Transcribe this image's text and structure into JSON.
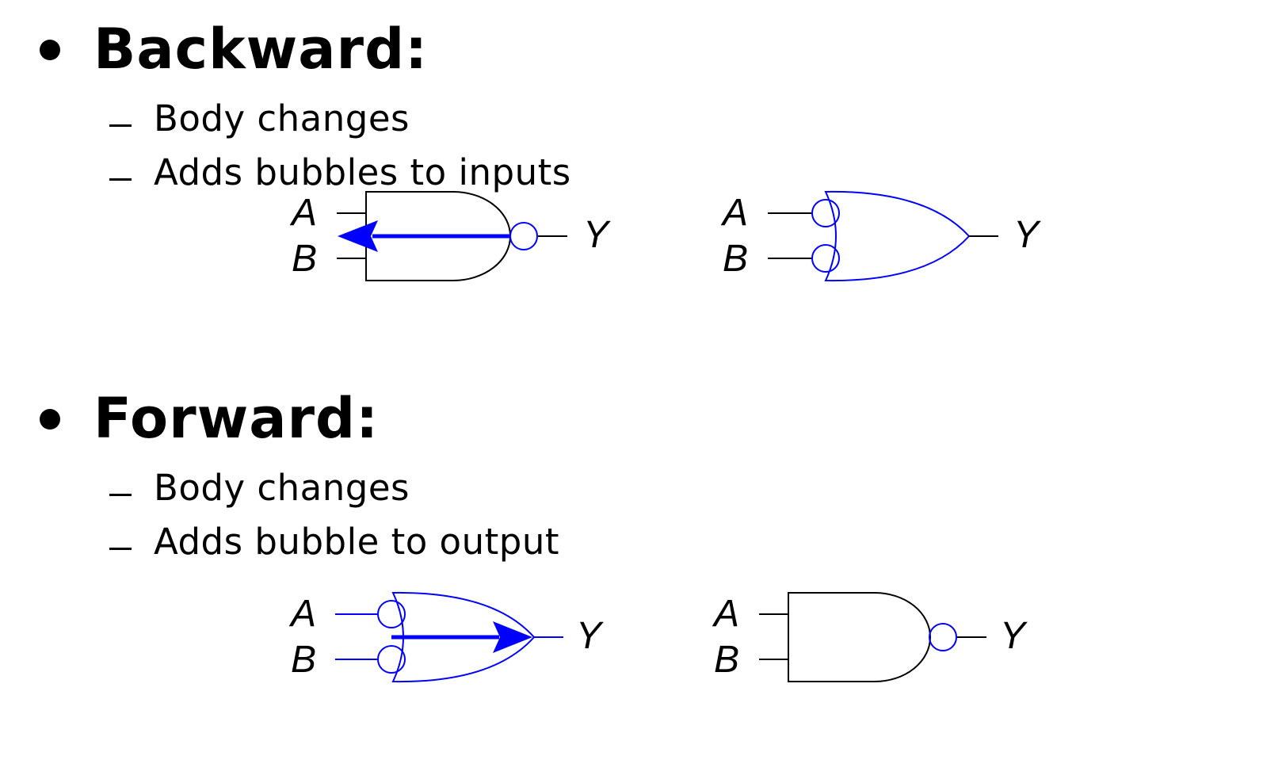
{
  "sections": [
    {
      "heading": "Backward:",
      "items": [
        "Body changes",
        "Adds bubbles to inputs"
      ]
    },
    {
      "heading": "Forward:",
      "items": [
        "Body changes",
        "Adds bubble to output"
      ]
    }
  ],
  "gate_labels": {
    "input_a": "A",
    "input_b": "B",
    "output": "Y"
  },
  "colors": {
    "gate_black": "#000000",
    "gate_blue": "#0000ff",
    "arrow": "#0000ff"
  }
}
